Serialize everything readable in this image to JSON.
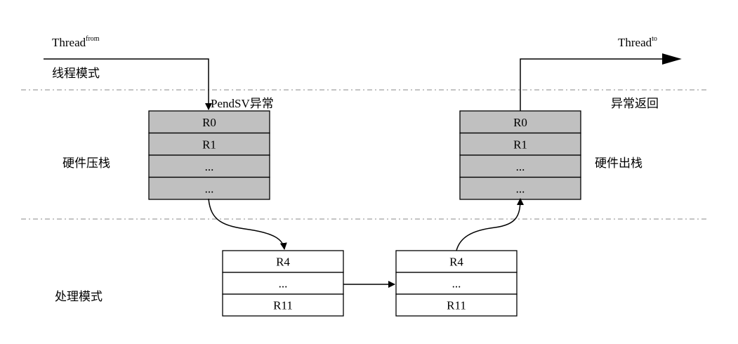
{
  "labels": {
    "thread_from": {
      "base": "Thread",
      "sup": "from"
    },
    "thread_to": {
      "base": "Thread",
      "sup": "to"
    },
    "thread_mode": "线程模式",
    "pendsv": "PendSV异常",
    "exception_return": "异常返回",
    "hw_push": "硬件压栈",
    "hw_pop": "硬件出栈",
    "handler_mode": "处理模式"
  },
  "stacks": {
    "hw_push": [
      "R0",
      "R1",
      "...",
      "..."
    ],
    "hw_pop": [
      "R0",
      "R1",
      "...",
      "..."
    ],
    "sw_save": [
      "R4",
      "...",
      "R11"
    ],
    "sw_restore": [
      "R4",
      "...",
      "R11"
    ]
  },
  "colors": {
    "hw_frame_fill": "#c0c0c0",
    "sw_frame_fill": "#ffffff",
    "line": "#000000",
    "divider": "#a0a0a0"
  }
}
